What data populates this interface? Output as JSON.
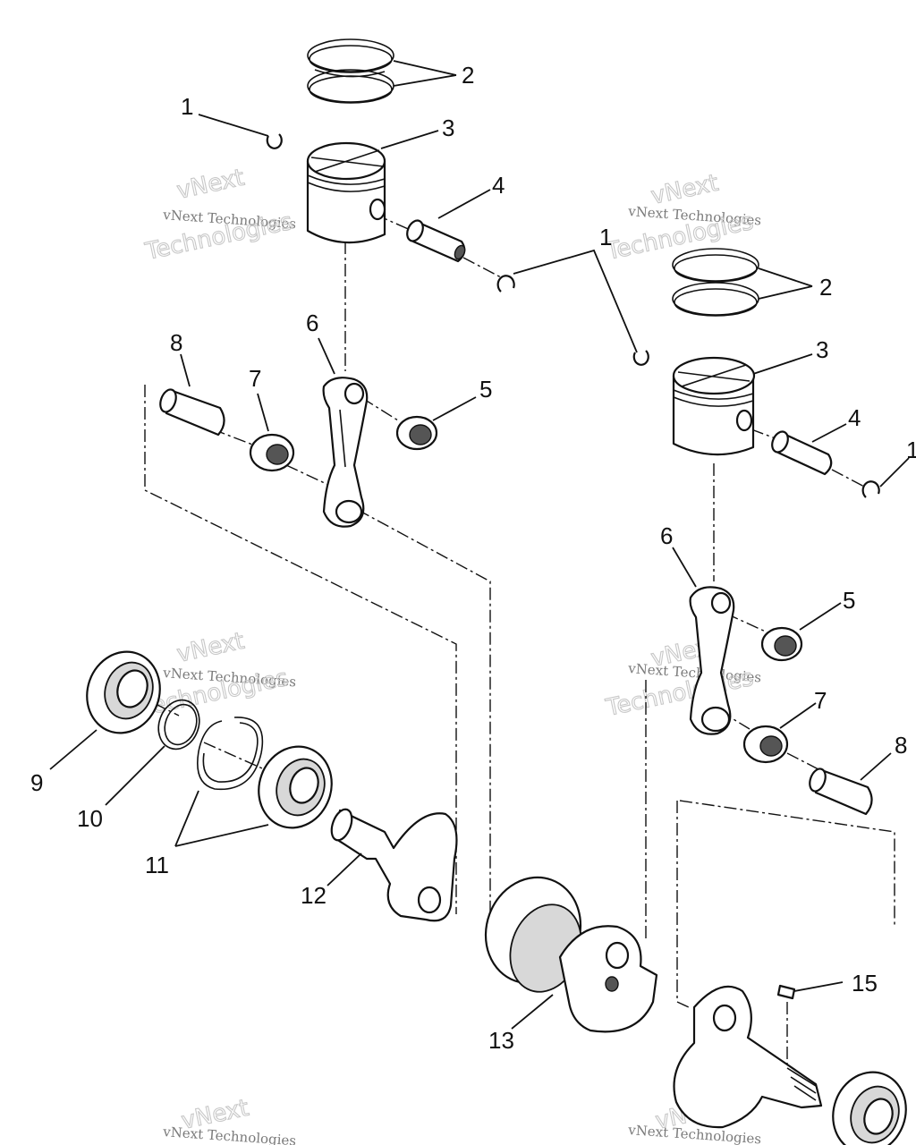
{
  "callouts": {
    "c1a": "1",
    "c2a": "2",
    "c3a": "3",
    "c4a": "4",
    "c1b": "1",
    "c2b": "2",
    "c3b": "3",
    "c4b": "4",
    "c1c": "1",
    "c6a": "6",
    "c8a": "8",
    "c7a": "7",
    "c5a": "5",
    "c6b": "6",
    "c5b": "5",
    "c7b": "7",
    "c8b": "8",
    "c9": "9",
    "c10": "10",
    "c11": "11",
    "c12": "12",
    "c13": "13",
    "c15": "15"
  },
  "watermark": {
    "line1": "vNext",
    "line2": "vNext Technologies",
    "line3": "Technologies"
  }
}
